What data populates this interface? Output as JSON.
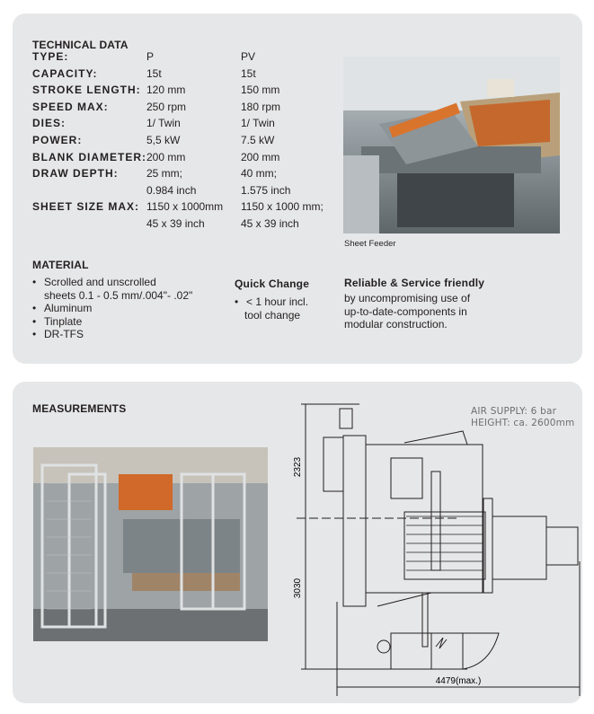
{
  "technical_data": {
    "title": "TECHNICAL DATA",
    "rows": [
      {
        "label": "TYPE:",
        "p": "P",
        "pv": "PV"
      },
      {
        "label": "CAPACITY:",
        "p": "15t",
        "pv": "15t"
      },
      {
        "label": "STROKE LENGTH:",
        "p": "120 mm",
        "pv": "150 mm"
      },
      {
        "label": "SPEED MAX:",
        "p": "250 rpm",
        "pv": "180 rpm"
      },
      {
        "label": "DIES:",
        "p": "1/ Twin",
        "pv": "1/ Twin"
      },
      {
        "label": "POWER:",
        "p": "5,5 kW",
        "pv": "7.5 kW"
      },
      {
        "label": "BLANK DIAMETER:",
        "p": "200 mm",
        "pv": "200 mm"
      },
      {
        "label": "DRAW DEPTH:",
        "p": "25 mm;",
        "p2": "0.984 inch",
        "pv": "40 mm;",
        "pv2": "1.575 inch"
      },
      {
        "label": "SHEET SIZE MAX:",
        "p": "1150 x 1000mm",
        "p2": "45 x 39 inch",
        "pv": "1150 x 1000 mm;",
        "pv2": "45 x 39 inch"
      }
    ]
  },
  "sheet_feeder_caption": "Sheet Feeder",
  "material": {
    "title": "MATERIAL",
    "items": [
      "Scrolled and unscrolled",
      "sheets 0.1 - 0.5 mm/.004\"- .02\"",
      "Aluminum",
      "Tinplate",
      "DR-TFS"
    ]
  },
  "quick_change": {
    "title": "Quick Change",
    "line1": "< 1 hour incl.",
    "line2": "tool change"
  },
  "reliable": {
    "title": "Reliable & Service friendly",
    "lines": [
      "by uncompromising use of",
      "up-to-date-components in",
      "modular construction."
    ]
  },
  "measurements": {
    "title": "MEASUREMENTS",
    "air_supply": "AIR SUPPLY: 6 bar",
    "height": "HEIGHT: ca. 2600mm",
    "dim_top": "2323",
    "dim_bottom": "3030",
    "dim_width": "4479(max.)"
  }
}
